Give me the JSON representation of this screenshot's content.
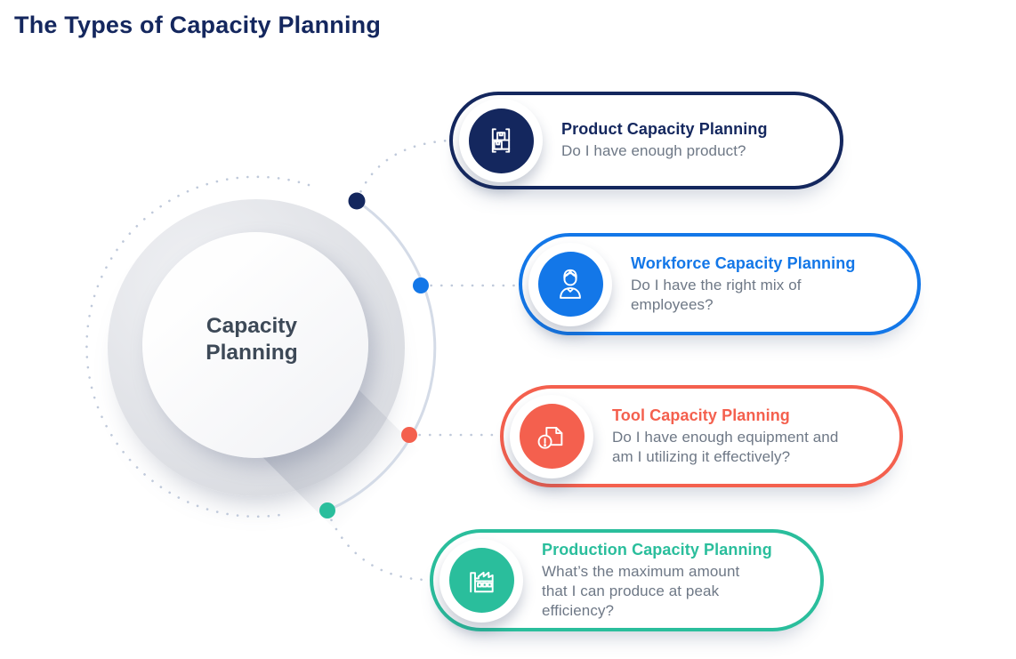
{
  "page": {
    "title": "The Types of Capacity Planning"
  },
  "center_circle": {
    "line1": "Capacity",
    "line2": "Planning"
  },
  "colors": {
    "title": "#14275E",
    "center_text": "#3D4957",
    "description": "#6E7886",
    "arc": "#D4DBE7",
    "dotted": "#BFC9DA"
  },
  "cards": [
    {
      "title": "Product Capacity Planning",
      "description": "Do I have enough product?",
      "accent": "#14275E",
      "icon": "warehouse-shelf-icon"
    },
    {
      "title": "Workforce Capacity Planning",
      "description": "Do I have the right mix of employees?",
      "accent": "#1377E8",
      "icon": "employee-icon"
    },
    {
      "title": "Tool Capacity Planning",
      "description": "Do I have enough equipment and am I utilizing it effectively?",
      "accent": "#F4604E",
      "icon": "document-alert-icon"
    },
    {
      "title": "Production Capacity Planning",
      "description": "What’s the maximum amount that I can produce at peak efficiency?",
      "accent": "#2ABE9C",
      "icon": "factory-icon"
    }
  ]
}
